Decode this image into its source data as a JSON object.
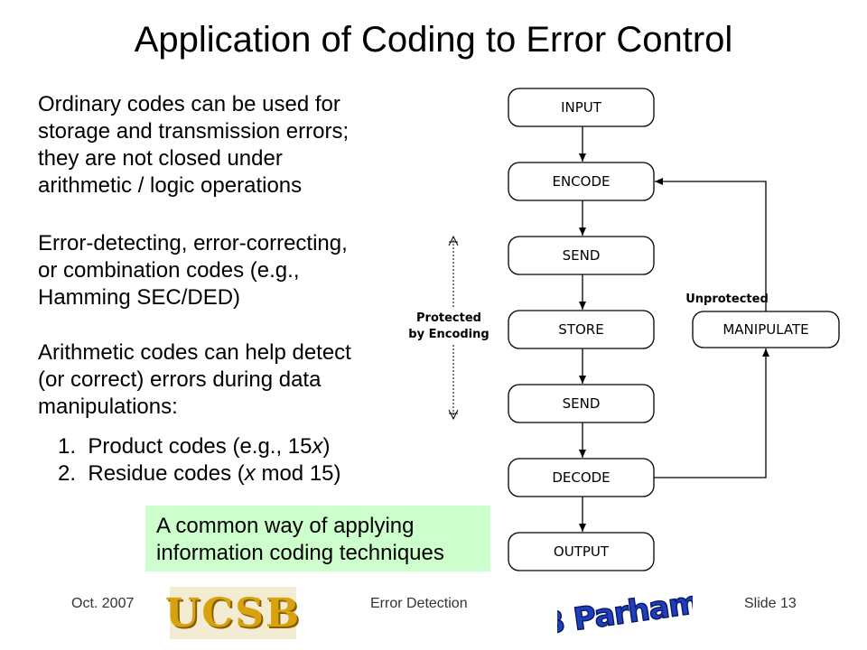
{
  "slide": {
    "title": "Application of Coding to Error Control",
    "paragraph1": "Ordinary codes can be used for\nstorage and transmission errors;\nthey are not closed under\narithmetic / logic operations",
    "paragraph2": "Error-detecting, error-correcting,\nor combination codes (e.g.,\nHamming SEC/DED)",
    "paragraph3": "Arithmetic codes can help detect\n(or correct) errors during data\nmanipulations:",
    "list": [
      {
        "num": "1.",
        "pre": "Product codes (e.g., 15",
        "var": "x",
        "post": ")"
      },
      {
        "num": "2.",
        "pre": "Residue codes (",
        "var": "x",
        "post": " mod 15)"
      }
    ],
    "note": "A common way of applying\ninformation coding techniques"
  },
  "diagram": {
    "boxes": [
      "INPUT",
      "ENCODE",
      "SEND",
      "STORE",
      "SEND",
      "DECODE",
      "OUTPUT"
    ],
    "manipulate": "MANIPULATE",
    "unprotected_label": "Unprotected",
    "protected_label_line1": "Protected",
    "protected_label_line2": "by Encoding"
  },
  "footer": {
    "date": "Oct. 2007",
    "center": "Error Detection",
    "slide": "Slide 13",
    "logo_left": "UCSB",
    "logo_right": "B Parhami"
  },
  "colors": {
    "note_background": "#ccffcc",
    "logo_gold": "#d8a20f",
    "logo_blue": "#1f3fbf"
  }
}
